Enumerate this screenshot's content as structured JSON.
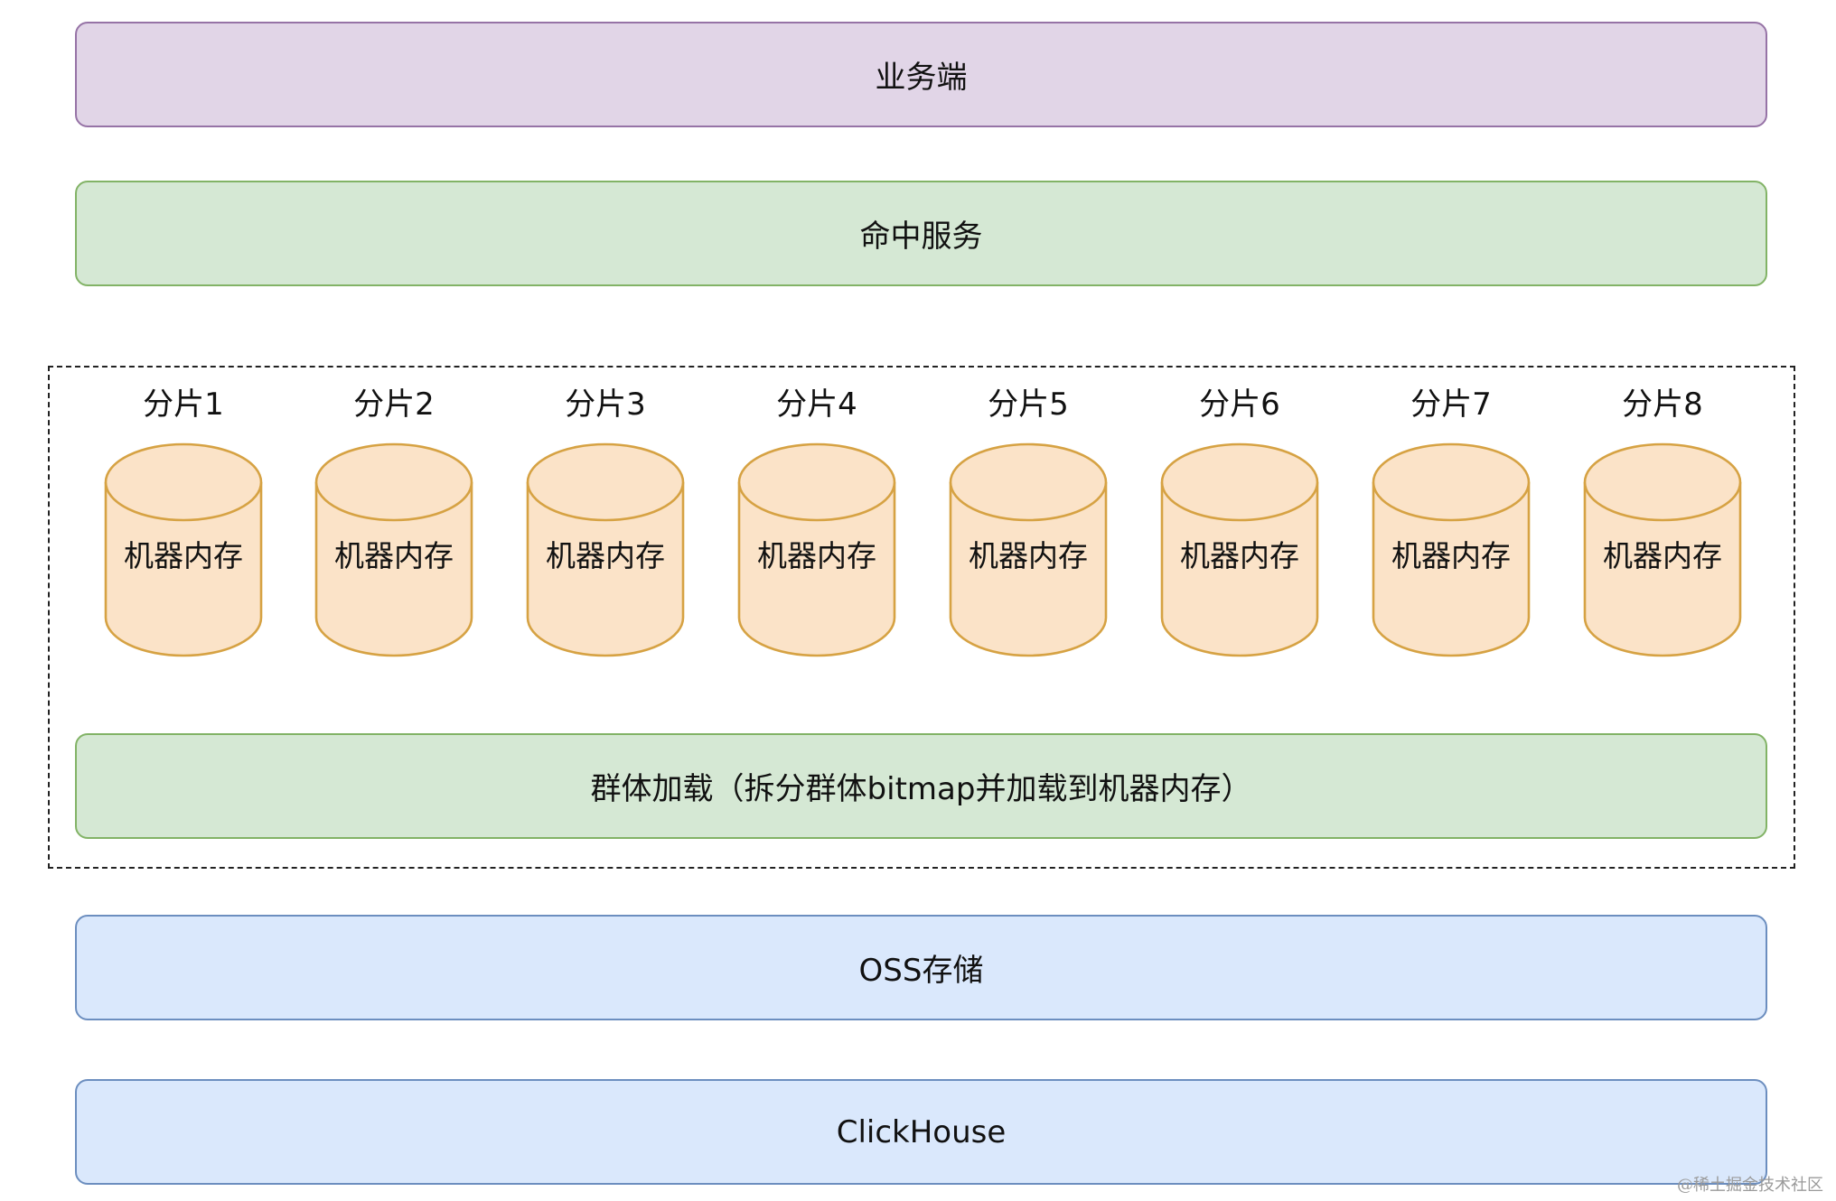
{
  "layers": {
    "business": "业务端",
    "hit_service": "命中服务",
    "group_loading": "群体加载（拆分群体bitmap并加载到机器内存）",
    "oss_storage": "OSS存储",
    "clickhouse": "ClickHouse"
  },
  "shards": [
    {
      "label": "分片1",
      "content": "机器内存"
    },
    {
      "label": "分片2",
      "content": "机器内存"
    },
    {
      "label": "分片3",
      "content": "机器内存"
    },
    {
      "label": "分片4",
      "content": "机器内存"
    },
    {
      "label": "分片5",
      "content": "机器内存"
    },
    {
      "label": "分片6",
      "content": "机器内存"
    },
    {
      "label": "分片7",
      "content": "机器内存"
    },
    {
      "label": "分片8",
      "content": "机器内存"
    }
  ],
  "watermark": "@稀土掘金技术社区",
  "colors": {
    "purple_fill": "#e1d5e7",
    "purple_stroke": "#9673a6",
    "green_fill": "#d5e8d4",
    "green_stroke": "#82b366",
    "blue_fill": "#dae8fc",
    "blue_stroke": "#6c8ebf",
    "cylinder_fill": "#fbe3c8",
    "cylinder_stroke": "#d6a243"
  }
}
